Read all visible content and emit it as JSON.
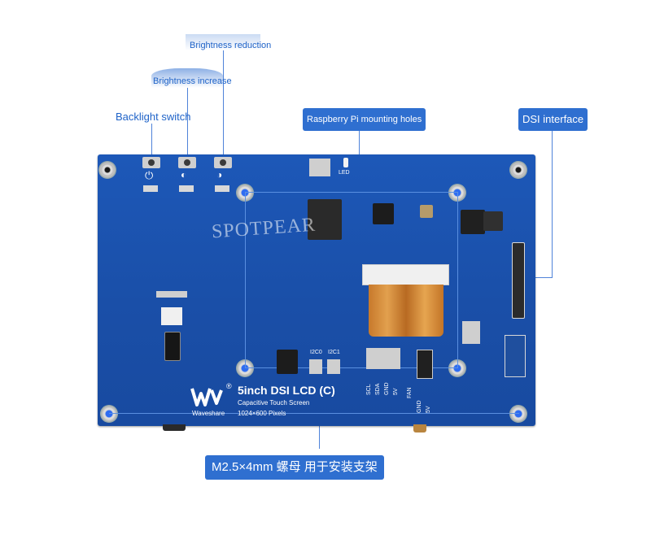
{
  "callouts": {
    "brightness_reduction": "Brightness reduction",
    "brightness_increase": "Brightness increase",
    "backlight_switch": "Backlight switch",
    "mounting_holes": "Raspberry Pi mounting holes",
    "dsi_interface": "DSI interface",
    "bottom_note": "M2.5×4mm 螺母 用于安装支架"
  },
  "watermark": "SPOTPEAR",
  "board": {
    "title": "5inch DSI LCD (C)",
    "subtitle": "Capacitive Touch Screen",
    "resolution": "1024×600 Pixels",
    "brand": "Waveshare",
    "led_label": "LED",
    "i2c0": "I2C0",
    "i2c1": "I2C1",
    "pins": [
      "SCL",
      "SDA",
      "GND",
      "5V"
    ],
    "fan_label": "FAN",
    "fan_pins": [
      "GND",
      "5V"
    ]
  },
  "colors": {
    "accent": "#2f6fd0",
    "board_blue": "#1b52ac"
  },
  "icons": {
    "power": "power-icon",
    "minus": "brightness-down-icon",
    "plus": "brightness-up-icon"
  }
}
